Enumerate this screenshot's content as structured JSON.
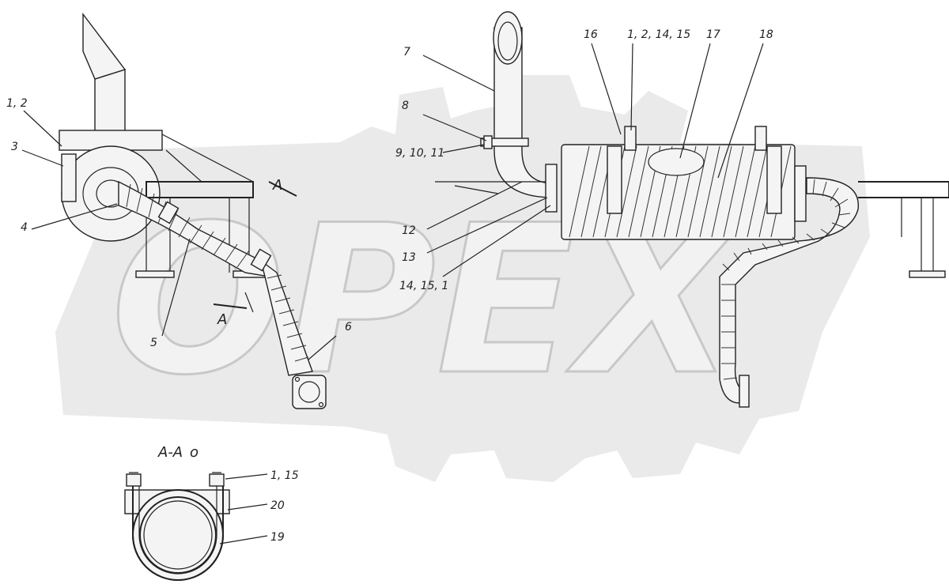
{
  "watermark": {
    "text": "OPEX",
    "color": "#d9d9d9"
  },
  "section": {
    "title": "А-А",
    "extra_mark": "о"
  },
  "cut_marks": [
    "А",
    "А"
  ],
  "labels": {
    "l12a": "1, 2",
    "l3": "3",
    "l4": "4",
    "l5": "5",
    "l6": "6",
    "l7": "7",
    "l8": "8",
    "l91011": "9, 10, 11",
    "l12": "12",
    "l13": "13",
    "l14151": "14, 15, 1",
    "l16": "16",
    "l121415": "1, 2, 14, 15",
    "l17": "17",
    "l18": "18",
    "l115": "1, 15",
    "l20": "20",
    "l19": "19"
  }
}
